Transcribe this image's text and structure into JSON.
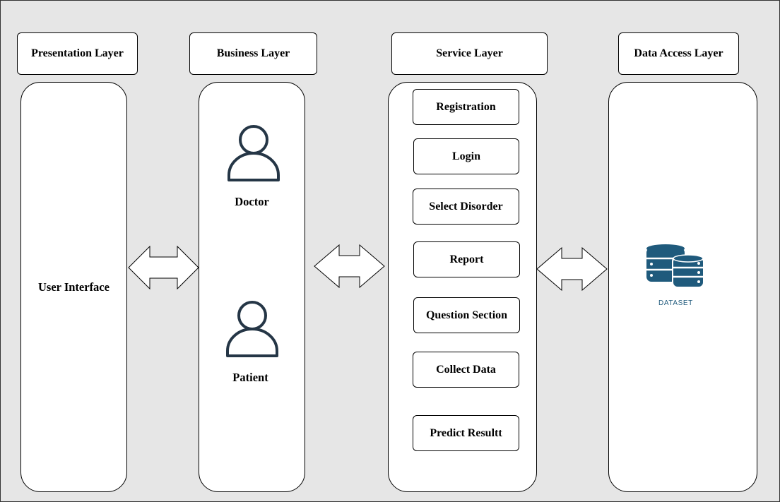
{
  "headers": {
    "presentation": "Presentation Layer",
    "business": "Business Layer",
    "service": "Service Layer",
    "data_access": "Data Access Layer"
  },
  "presentation": {
    "ui_label": "User Interface"
  },
  "business": {
    "doctor_label": "Doctor",
    "patient_label": "Patient"
  },
  "service": {
    "items": [
      "Registration",
      "Login",
      "Select Disorder",
      "Report",
      "Question Section",
      "Collect Data",
      "Predict Resultt"
    ]
  },
  "data_access": {
    "dataset_caption": "DATASET"
  },
  "icons": {
    "person": "user-outline-icon",
    "database": "database-stack-icon",
    "arrow": "double-headed-arrow"
  },
  "colors": {
    "background": "#e6e6e6",
    "icon_stroke": "#253646",
    "database_fill": "#1f5a7c"
  }
}
